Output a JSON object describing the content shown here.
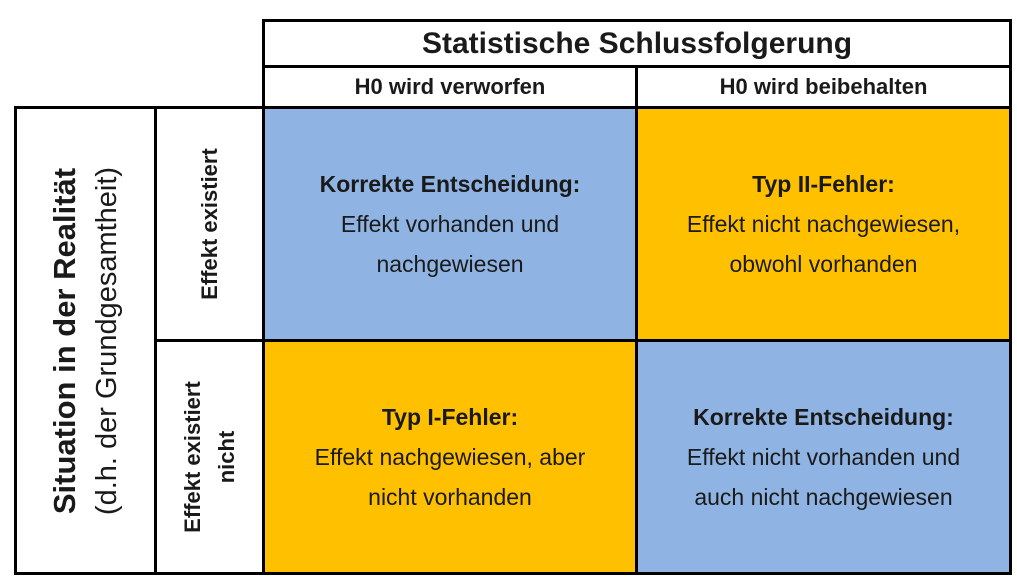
{
  "header": {
    "title": "Statistische Schlussfolgerung",
    "col_reject": "H0 wird verworfen",
    "col_keep": "H0 wird beibehalten"
  },
  "side": {
    "title": "Situation in der Realität",
    "subtitle": "(d.h. der Grundgesamtheit)"
  },
  "rows": {
    "exists": "Effekt existiert",
    "not_exists_line1": "Effekt existiert",
    "not_exists_line2": "nicht"
  },
  "cells": {
    "r1c1": {
      "title": "Korrekte Entscheidung:",
      "line1": "Effekt vorhanden und",
      "line2": "nachgewiesen",
      "color": "#8FB4E3"
    },
    "r1c2": {
      "title": "Typ II-Fehler:",
      "line1": "Effekt nicht nachgewiesen,",
      "line2": "obwohl vorhanden",
      "color": "#FFC000"
    },
    "r2c1": {
      "title": "Typ I-Fehler:",
      "line1": "Effekt nachgewiesen, aber",
      "line2": "nicht vorhanden",
      "color": "#FFC000"
    },
    "r2c2": {
      "title": "Korrekte Entscheidung:",
      "line1": "Effekt nicht vorhanden und",
      "line2": "auch nicht nachgewiesen",
      "color": "#8FB4E3"
    }
  }
}
